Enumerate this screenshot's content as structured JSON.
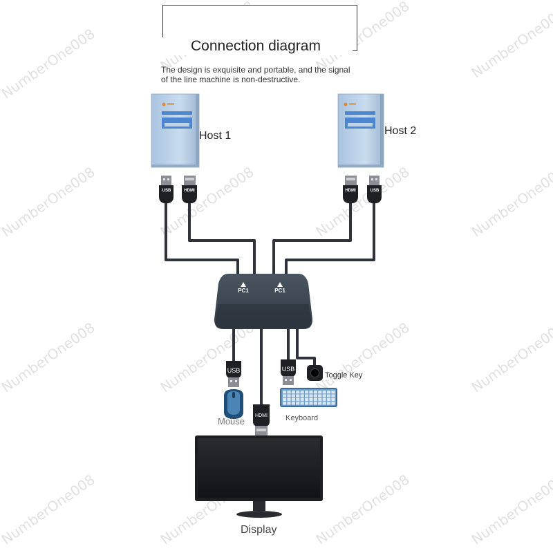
{
  "header": {
    "title": "Connection diagram",
    "subtitle_line1": "The design is exquisite and portable, and the signal",
    "subtitle_line2": "of the line machine is non-destructive."
  },
  "hosts": [
    {
      "label": "Host 1"
    },
    {
      "label": "Host 2"
    }
  ],
  "plugs": {
    "usb": "USB",
    "hdmi": "HDMI"
  },
  "switch": {
    "port_left": "PC1",
    "port_right": "PC1"
  },
  "peripherals": {
    "mouse": "Mouse",
    "keyboard": "Keyboard",
    "toggle_key": "Toggle Key",
    "display": "Display"
  },
  "watermark": "NumberOne008",
  "colors": {
    "cable": "#2f3238",
    "switch_body": "#3d4650",
    "tower": "#b9cfe6",
    "monitor": "#1d1e21"
  }
}
